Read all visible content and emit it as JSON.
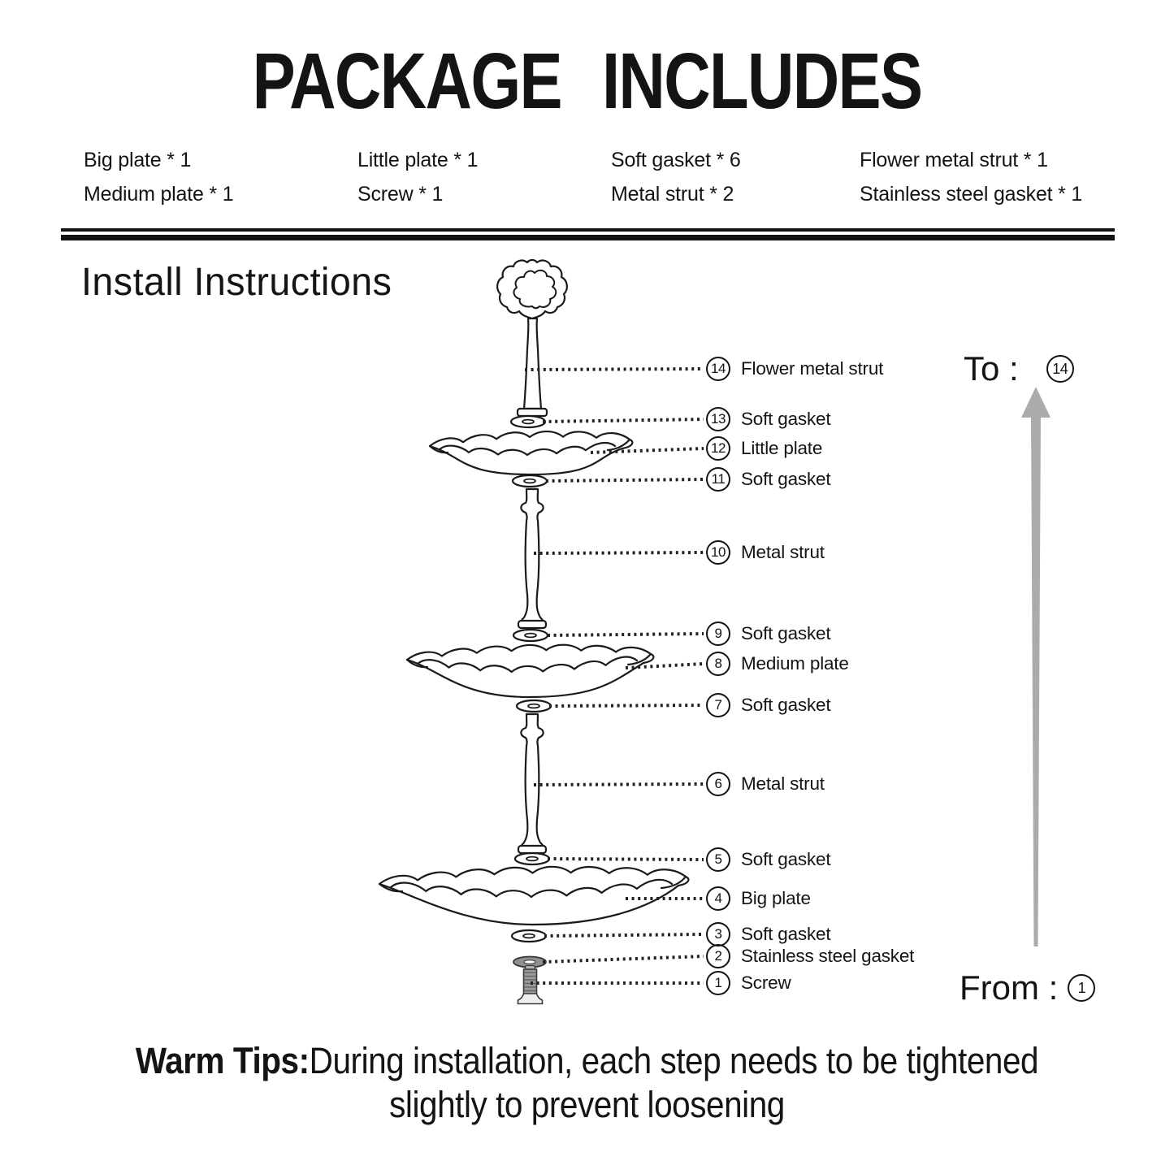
{
  "title": "PACKAGE INCLUDES",
  "package": {
    "items": [
      "Big plate * 1",
      "Little plate * 1",
      "Soft gasket * 6",
      "Flower metal strut * 1",
      "Medium plate * 1",
      "Screw * 1",
      "Metal strut * 2",
      "Stainless steel gasket * 1"
    ]
  },
  "instructions": {
    "heading": "Install Instructions"
  },
  "parts": [
    {
      "num": "14",
      "label": "Flower metal strut"
    },
    {
      "num": "13",
      "label": "Soft gasket"
    },
    {
      "num": "12",
      "label": "Little plate"
    },
    {
      "num": "11",
      "label": "Soft gasket"
    },
    {
      "num": "10",
      "label": "Metal strut"
    },
    {
      "num": "9",
      "label": "Soft gasket"
    },
    {
      "num": "8",
      "label": "Medium plate"
    },
    {
      "num": "7",
      "label": "Soft gasket"
    },
    {
      "num": "6",
      "label": "Metal strut"
    },
    {
      "num": "5",
      "label": "Soft gasket"
    },
    {
      "num": "4",
      "label": "Big plate"
    },
    {
      "num": "3",
      "label": "Soft gasket"
    },
    {
      "num": "2",
      "label": "Stainless steel gasket"
    },
    {
      "num": "1",
      "label": "Screw"
    }
  ],
  "direction": {
    "to_label": "To :",
    "to_num": "14",
    "from_label": "From :",
    "from_num": "1"
  },
  "warm_tips": {
    "prefix": "Warm Tips:",
    "line1": "During installation, each step needs to be tightened",
    "line2": "slightly to prevent loosening"
  },
  "colors": {
    "ink": "#1a1a1a",
    "arrow": "#ababab",
    "steel": "#8f8f8f"
  }
}
